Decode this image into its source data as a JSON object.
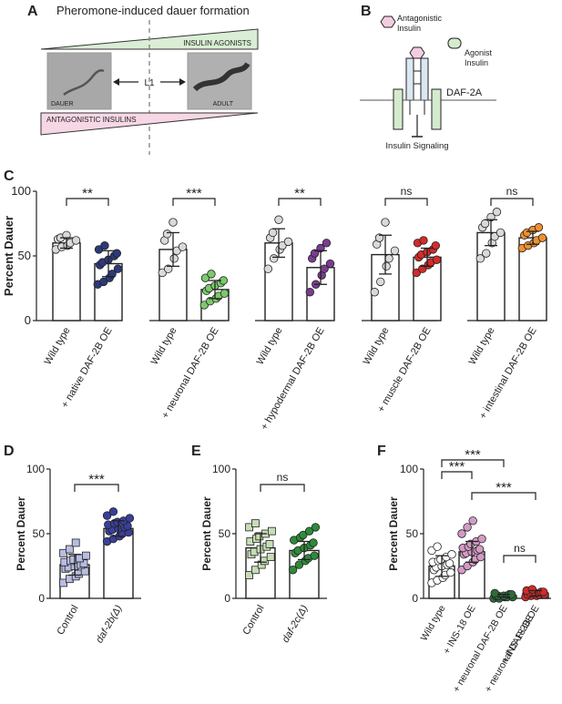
{
  "panels": {
    "A": {
      "letter": "A",
      "title": "Pheromone-induced dauer formation",
      "agonists_label": "INSULIN AGONISTS",
      "antagonists_label": "ANTAGONISTIC INSULINS",
      "dauer_label": "DAUER",
      "adult_label": "ADULT",
      "l1_label": "L1",
      "agonist_color": "#d9eed4",
      "antagonist_color": "#f7d7e5"
    },
    "B": {
      "letter": "B",
      "antagonistic_label_1": "Antagonistic",
      "antagonistic_label_2": "Insulin",
      "agonist_label_1": "Agonist",
      "agonist_label_2": "Insulin",
      "receptor_label": "DAF-2A",
      "signaling_label": "Insulin Signaling",
      "pink": "#f4cce0",
      "green": "#d4ebce",
      "blue": "#dbe7f2"
    },
    "C": {
      "letter": "C"
    },
    "D": {
      "letter": "D"
    },
    "E": {
      "letter": "E"
    },
    "F": {
      "letter": "F"
    }
  },
  "chart_data": [
    {
      "panel": "C",
      "type": "bar",
      "ylabel": "Percent Dauer",
      "ylim": [
        0,
        100
      ],
      "yticks": [
        "0",
        "50",
        "100"
      ],
      "groups": [
        {
          "categories": [
            "Wild type",
            "+ native DAF-2B OE"
          ],
          "values": [
            60,
            44
          ],
          "sd": [
            4,
            10
          ],
          "colors": [
            "#d9d9d9",
            "#2b3a7a"
          ],
          "significance": "**",
          "points": [
            [
              55,
              57,
              58,
              60,
              62,
              63,
              64,
              66
            ],
            [
              28,
              30,
              33,
              36,
              40,
              43,
              45,
              47,
              50,
              52,
              55,
              58
            ]
          ]
        },
        {
          "categories": [
            "Wild type",
            "+ neuronal DAF-2B OE"
          ],
          "values": [
            55,
            24
          ],
          "sd": [
            13,
            7
          ],
          "colors": [
            "#d9d9d9",
            "#7bc96b"
          ],
          "significance": "***",
          "points": [
            [
              37,
              40,
              48,
              54,
              57,
              62,
              67,
              76
            ],
            [
              12,
              15,
              17,
              19,
              21,
              23,
              25,
              27,
              29,
              31,
              33,
              36
            ]
          ]
        },
        {
          "categories": [
            "Wild type",
            "+ hypodermal DAF-2B OE"
          ],
          "values": [
            60,
            41
          ],
          "sd": [
            11,
            13
          ],
          "colors": [
            "#d9d9d9",
            "#7a3d8f"
          ],
          "significance": "**",
          "points": [
            [
              40,
              48,
              55,
              58,
              61,
              64,
              68,
              78
            ],
            [
              22,
              28,
              35,
              40,
              44,
              48,
              52,
              56,
              60
            ]
          ]
        },
        {
          "categories": [
            "Wild type",
            "+ muscle DAF-2B OE"
          ],
          "values": [
            51,
            49
          ],
          "sd": [
            15,
            7
          ],
          "colors": [
            "#d9d9d9",
            "#d42a2a"
          ],
          "significance": "ns",
          "points": [
            [
              22,
              30,
              42,
              48,
              54,
              59,
              64,
              76
            ],
            [
              37,
              40,
              43,
              45,
              47,
              49,
              51,
              53,
              55,
              58,
              60,
              62
            ]
          ]
        },
        {
          "categories": [
            "Wild type",
            "+ intestinal DAF-2B OE"
          ],
          "values": [
            68,
            64
          ],
          "sd": [
            10,
            5
          ],
          "colors": [
            "#d9d9d9",
            "#f0902e"
          ],
          "significance": "ns",
          "points": [
            [
              48,
              52,
              60,
              65,
              68,
              72,
              75,
              80,
              84
            ],
            [
              56,
              58,
              60,
              62,
              64,
              66,
              68,
              70,
              72
            ]
          ]
        }
      ]
    },
    {
      "panel": "D",
      "type": "bar",
      "ylabel": "Percent Dauer",
      "ylim": [
        0,
        100
      ],
      "yticks": [
        "0",
        "50",
        "100"
      ],
      "categories": [
        "Control",
        "daf-2b(Δ)"
      ],
      "values": [
        26,
        54
      ],
      "sd": [
        8,
        6
      ],
      "colors": [
        "#b9bde3",
        "#3a3f99"
      ],
      "significance": "***",
      "points": [
        [
          12,
          15,
          17,
          19,
          21,
          23,
          24,
          25,
          26,
          27,
          28,
          29,
          30,
          31,
          33,
          35,
          38,
          43
        ],
        [
          44,
          46,
          48,
          50,
          51,
          52,
          53,
          54,
          55,
          56,
          57,
          58,
          59,
          60,
          62,
          64,
          67
        ]
      ]
    },
    {
      "panel": "E",
      "type": "bar",
      "ylabel": "Percent Dauer",
      "ylim": [
        0,
        100
      ],
      "yticks": [
        "0",
        "50",
        "100"
      ],
      "categories": [
        "Control",
        "daf-2c(Δ)"
      ],
      "values": [
        39,
        37
      ],
      "sd": [
        11,
        7
      ],
      "colors": [
        "#c7ddb6",
        "#2e8b3a"
      ],
      "significance": "ns",
      "points": [
        [
          18,
          22,
          26,
          29,
          32,
          34,
          36,
          38,
          40,
          42,
          44,
          46,
          48,
          50,
          52,
          55,
          58
        ],
        [
          22,
          26,
          29,
          31,
          33,
          35,
          37,
          39,
          41,
          43,
          45,
          47,
          49,
          52,
          55
        ]
      ]
    },
    {
      "panel": "F",
      "type": "bar",
      "ylabel": "Percent Dauer",
      "ylim": [
        0,
        100
      ],
      "yticks": [
        "0",
        "50",
        "100"
      ],
      "categories": [
        "Wild type",
        "+ INS-18 OE",
        "+ neuronal DAF-2B OE",
        "+ INS-18 OE\n+ neuronal DAF-2B OE"
      ],
      "category_lines": [
        [
          "Wild type"
        ],
        [
          "+ INS-18 OE"
        ],
        [
          "+ neuronal DAF-2B OE"
        ],
        [
          "+ INS-18 OE",
          "+ neuronal DAF-2B OE"
        ]
      ],
      "values": [
        25,
        36,
        2,
        4
      ],
      "sd": [
        8,
        8,
        1,
        2
      ],
      "colors": [
        "#ffffff",
        "#d49ac4",
        "#2e6b3a",
        "#d42a2a"
      ],
      "significance": [
        {
          "between": [
            0,
            1
          ],
          "label": "***"
        },
        {
          "between": [
            0,
            2
          ],
          "label": "***"
        },
        {
          "between": [
            1,
            3
          ],
          "label": "***"
        },
        {
          "between": [
            2,
            3
          ],
          "label": "ns"
        }
      ],
      "points": [
        [
          12,
          14,
          16,
          18,
          20,
          22,
          24,
          25,
          26,
          27,
          28,
          29,
          30,
          32,
          34,
          37,
          40
        ],
        [
          22,
          25,
          28,
          30,
          32,
          34,
          35,
          36,
          37,
          38,
          39,
          40,
          42,
          44,
          46,
          50,
          55,
          60
        ],
        [
          0,
          0,
          1,
          1,
          1,
          2,
          2,
          2,
          3,
          3,
          4
        ],
        [
          1,
          2,
          2,
          3,
          3,
          3,
          4,
          4,
          5,
          5,
          6,
          7
        ]
      ]
    }
  ]
}
